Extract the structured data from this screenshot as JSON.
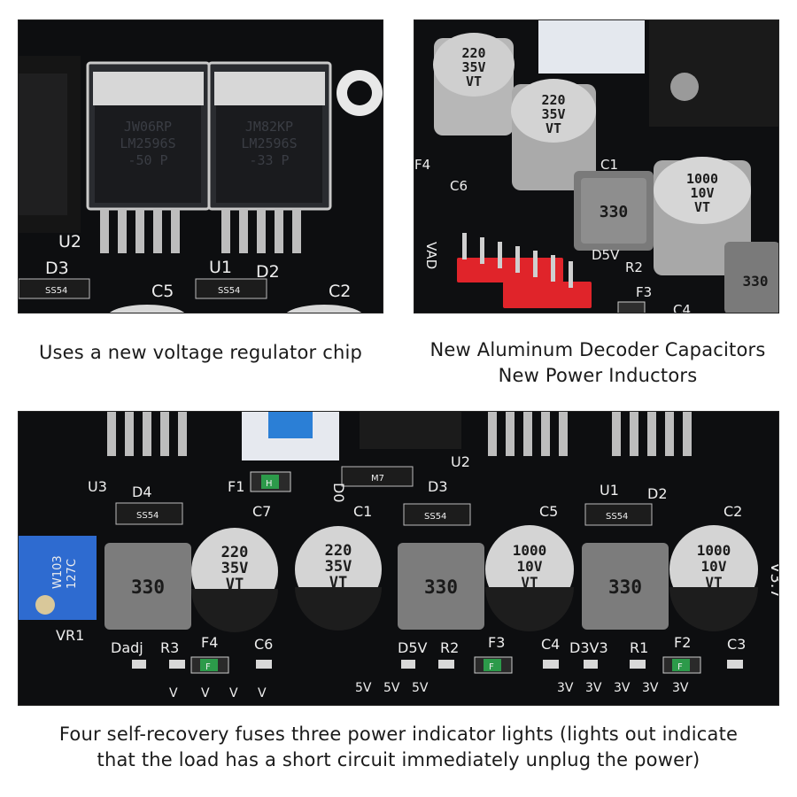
{
  "captions": {
    "regulator": "Uses a new voltage regulator chip",
    "capacitors_line1": "New Aluminum Decoder Capacitors",
    "capacitors_line2": "New Power Inductors",
    "fuses_line1": "Four self-recovery fuses three power indicator lights (lights out indicate",
    "fuses_line2": "that the load has a short circuit immediately unplug the power)"
  },
  "regulator_photo": {
    "chip_left": {
      "line1": "JW06RP",
      "line2": "LM2596S",
      "line3": "-50 P"
    },
    "chip_right": {
      "line1": "JM82KP",
      "line2": "LM2596S",
      "line3": "-33 P"
    },
    "labels": {
      "u2": "U2",
      "u1": "U1",
      "d3": "D3",
      "d2": "D2",
      "c5": "C5",
      "c2": "C2",
      "diode_code": "SS54"
    }
  },
  "capacitors_photo": {
    "cap_a": {
      "value": "220",
      "voltage": "35V",
      "series": "VT"
    },
    "cap_b": {
      "value": "220",
      "voltage": "35V",
      "series": "VT"
    },
    "cap_c": {
      "value": "1000",
      "voltage": "10V",
      "series": "VT"
    },
    "inductor_a": "330",
    "inductor_b": "330",
    "labels": {
      "c6": "C6",
      "c1": "C1",
      "d5v": "D5V",
      "r2": "R2",
      "f3": "F3",
      "f4": "F4",
      "c4": "C4",
      "vad": "VAD"
    }
  },
  "board_photo": {
    "trimmer": {
      "line1": "W103",
      "line2": "127C"
    },
    "inductors": [
      "330",
      "330",
      "330"
    ],
    "caps": [
      {
        "value": "220",
        "voltage": "35V",
        "series": "VT"
      },
      {
        "value": "220",
        "voltage": "35V",
        "series": "VT"
      },
      {
        "value": "1000",
        "voltage": "10V",
        "series": "VT"
      },
      {
        "value": "1000",
        "voltage": "10V",
        "series": "VT"
      }
    ],
    "labels": {
      "u3": "U3",
      "d4": "D4",
      "f1": "F1",
      "d0": "D0",
      "d3": "D3",
      "u2": "U2",
      "u1": "U1",
      "d2": "D2",
      "c7": "C7",
      "c1": "C1",
      "c5": "C5",
      "c2": "C2",
      "vr1": "VR1",
      "dadj": "Dadj",
      "r3": "R3",
      "f4": "F4",
      "c6": "C6",
      "d5v": "D5V",
      "r2": "R2",
      "f3": "F3",
      "c4": "C4",
      "d3v3": "D3V3",
      "r1": "R1",
      "f2": "F2",
      "c3": "C3",
      "fuse_mark": "F",
      "fuse_mark_h": "H",
      "diode_code": "SS54",
      "diode_code_m7": "M7",
      "v5": "5V",
      "v3": "3V",
      "v": "V",
      "version": "V3.7"
    }
  }
}
